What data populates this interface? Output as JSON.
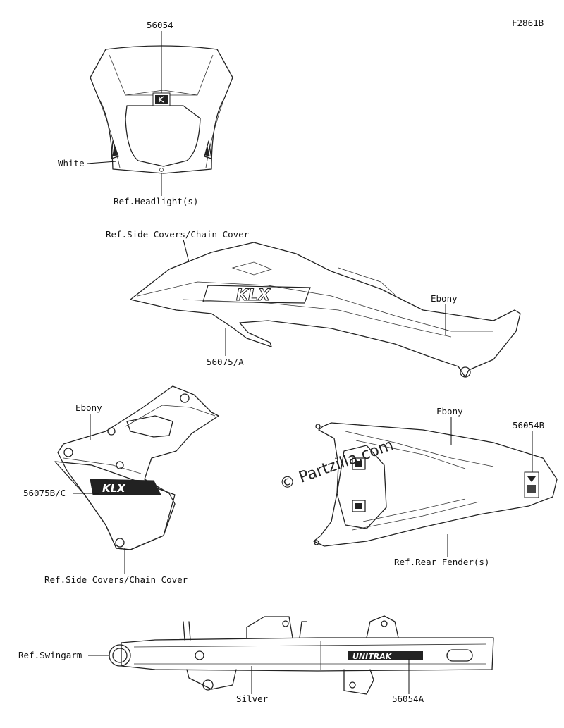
{
  "figure_code": "F2861B",
  "watermark": "© Partzilla.com",
  "labels": {
    "headlight_part": "56054",
    "white": "White",
    "ref_headlight": "Ref.Headlight(s)",
    "ref_side_covers_top": "Ref.Side Covers/Chain Cover",
    "ebony_side": "Ebony",
    "part_56075_a": "56075/A",
    "ebony_left": "Ebony",
    "part_56075_bc": "56075B/C",
    "ref_side_covers_bottom": "Ref.Side Covers/Chain Cover",
    "ebony_fender": "Fbony",
    "part_56054_b": "56054B",
    "ref_rear_fender": "Ref.Rear Fender(s)",
    "ref_swingarm": "Ref.Swingarm",
    "silver": "Silver",
    "part_56054_a": "56054A"
  },
  "decal_text": {
    "side_logo": "KLX",
    "shroud_logo": "KLX",
    "swingarm_logo": "UNITRAK"
  }
}
